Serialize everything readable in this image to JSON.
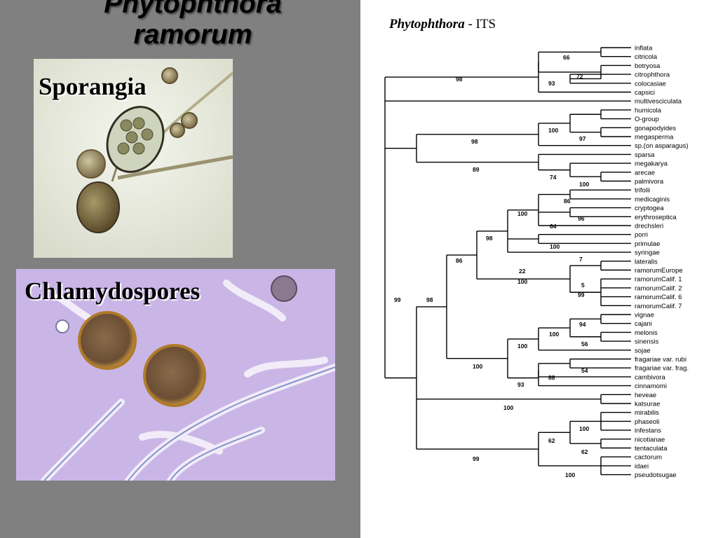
{
  "slide": {
    "title_line1": "Phytophthora",
    "title_line2": "ramorum",
    "sporangia_label": "Sporangia",
    "chlamydospores_label": "Chlamydospores"
  },
  "tree": {
    "title_genus": "Phytophthora",
    "title_suffix": " - ITS",
    "taxa": [
      "inflata",
      "citricola",
      "botryosa",
      "citrophthora",
      "colocasiae",
      "capsici",
      "multivesciculata",
      "humicola",
      "O-group",
      "gonapodyides",
      "megasperma",
      "sp.(on asparagus)",
      "sparsa",
      "megakarya",
      "arecae",
      "palmivora",
      "trifolii",
      "medicaginis",
      "cryptogea",
      "erythroseptica",
      "drechsleri",
      "porri",
      "primulae",
      "syringae",
      "lateralis",
      "ramorumEurope",
      "ramorumCalif. 1",
      "ramorumCalif. 2",
      "ramorumCalif. 6",
      "ramorumCalif. 7",
      "vignae",
      "cajani",
      "melonis",
      "sinensis",
      "sojae",
      "fragariae var. rubi",
      "fragariae var. frag.",
      "cambivora",
      "cinnamomi",
      "heveae",
      "katsurae",
      "mirabilis",
      "phaseoli",
      "infestans",
      "nicotianae",
      "tentaculata",
      "cactorum",
      "idaei",
      "pseudotsugae"
    ],
    "support_values": [
      "66",
      "72",
      "98",
      "93",
      "100",
      "97",
      "98",
      "89",
      "74",
      "100",
      "86",
      "100",
      "96",
      "64",
      "98",
      "100",
      "7",
      "22",
      "100",
      "5",
      "99",
      "86",
      "98",
      "99",
      "94",
      "100",
      "56",
      "100",
      "54",
      "100",
      "88",
      "93",
      "100",
      "100",
      "62",
      "62",
      "99",
      "100"
    ]
  },
  "colors": {
    "left_background": "#808080",
    "tree_line": "#000000"
  }
}
